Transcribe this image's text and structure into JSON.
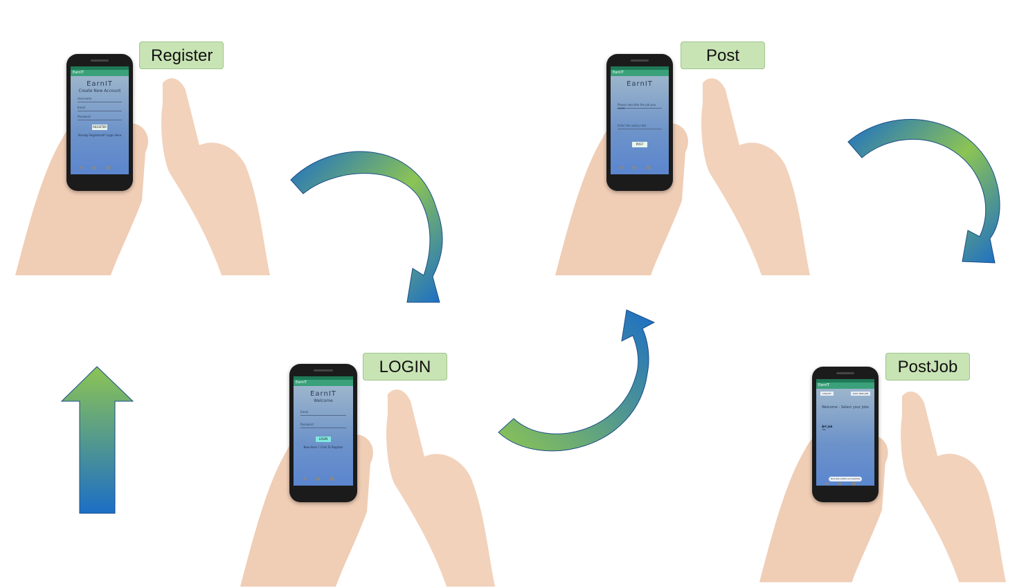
{
  "steps": [
    {
      "label": "Register",
      "screen": {
        "app_name": "EarnIT",
        "title": "EarnIT",
        "subtitle": "Create New Account",
        "fields": [
          "Username",
          "Email",
          "Password"
        ],
        "button": "REGISTER",
        "link": "Already Registered? Login Here"
      }
    },
    {
      "label": "LOGIN",
      "screen": {
        "app_name": "EarnIT",
        "title": "EarnIT",
        "subtitle": "Welcome",
        "fields": [
          "Email",
          "Password"
        ],
        "button": "LOGIN",
        "link": "New Here ? Click To Register"
      }
    },
    {
      "label": "Post",
      "screen": {
        "app_name": "EarnIT",
        "title": "EarnIT",
        "fields": [
          "Please describe the job you need",
          "Enter the salary rate"
        ],
        "button": "POST"
      }
    },
    {
      "label": "PostJob",
      "screen": {
        "app_name": "EarnIT",
        "chips": [
          "LOGOUT",
          "POST NEW JOB"
        ],
        "heading": "Welcome - Select your Jobs",
        "job_title": "Art job",
        "job_detail": "300",
        "toast": "Post was added successfully"
      }
    }
  ],
  "colors": {
    "label_bg": "#c8e3b4",
    "arrow_green": "#8cc454",
    "arrow_blue": "#1c6ec6"
  }
}
